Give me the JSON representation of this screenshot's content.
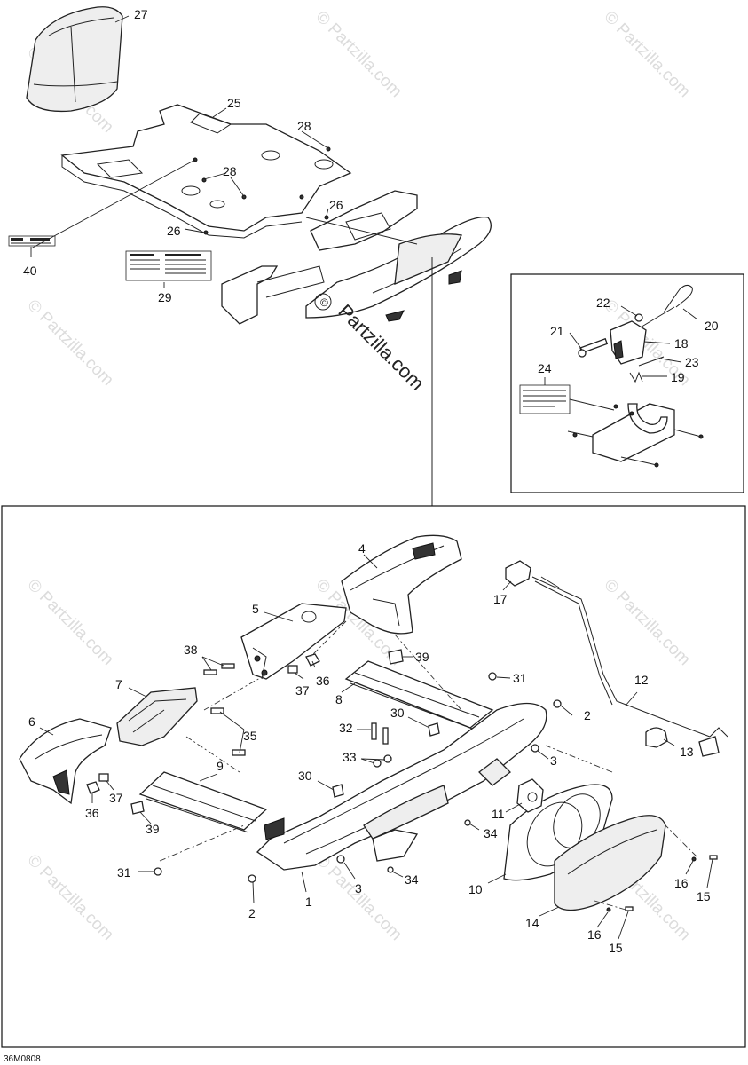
{
  "watermark": "© Partzilla.com",
  "center_watermark": "Partzilla.com",
  "diagram_code": "36M0808",
  "callouts": {
    "top": [
      "27",
      "25",
      "28",
      "28",
      "26",
      "26",
      "40",
      "29"
    ],
    "inset": [
      "22",
      "20",
      "21",
      "18",
      "23",
      "19",
      "24"
    ],
    "main": [
      "4",
      "17",
      "5",
      "38",
      "39",
      "7",
      "37",
      "36",
      "31",
      "8",
      "12",
      "2",
      "6",
      "35",
      "32",
      "30",
      "33",
      "3",
      "13",
      "9",
      "30",
      "36",
      "37",
      "39",
      "11",
      "34",
      "31",
      "3",
      "10",
      "34",
      "16",
      "15",
      "2",
      "1",
      "14",
      "16",
      "15"
    ]
  }
}
